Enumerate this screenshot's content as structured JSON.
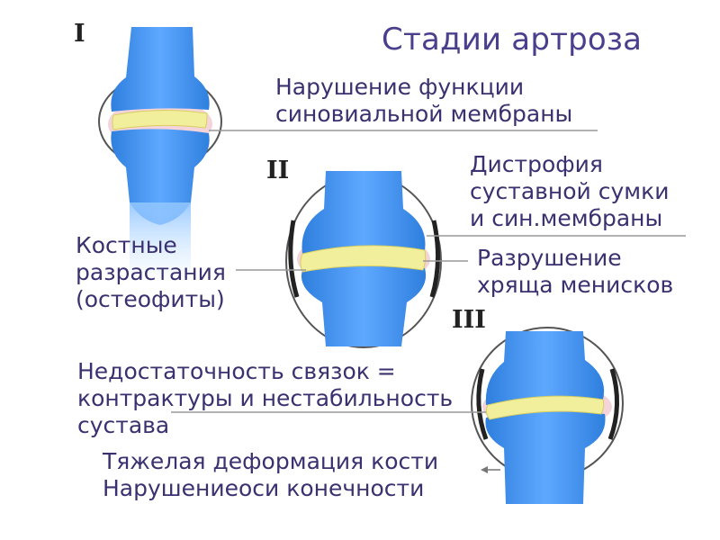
{
  "title": "Стадии артроза",
  "stages": [
    {
      "numeral": "I",
      "labels": [
        "Нарушение функции\nсиновиальной мембраны"
      ]
    },
    {
      "numeral": "II",
      "labels": [
        "Дистрофия\nсуставной сумки\nи син.мембраны",
        "Разрушение\nхряща менисков",
        "Костные\nразрастания\n(остеофиты)"
      ]
    },
    {
      "numeral": "III",
      "labels": [
        "Недостаточность связок =\nконтрактуры и нестабильность\nсустава",
        "Тяжелая деформация кости\nНарушениеоси конечности"
      ]
    }
  ],
  "colors": {
    "bone": "#3f8ee8",
    "bone_light": "#6fb3ff",
    "cartilage": "#f2ef9c",
    "synovial": "#f4d4d8",
    "capsule_outline": "#555555",
    "title": "#4a3f8c",
    "label_purple": "#3b3170"
  }
}
